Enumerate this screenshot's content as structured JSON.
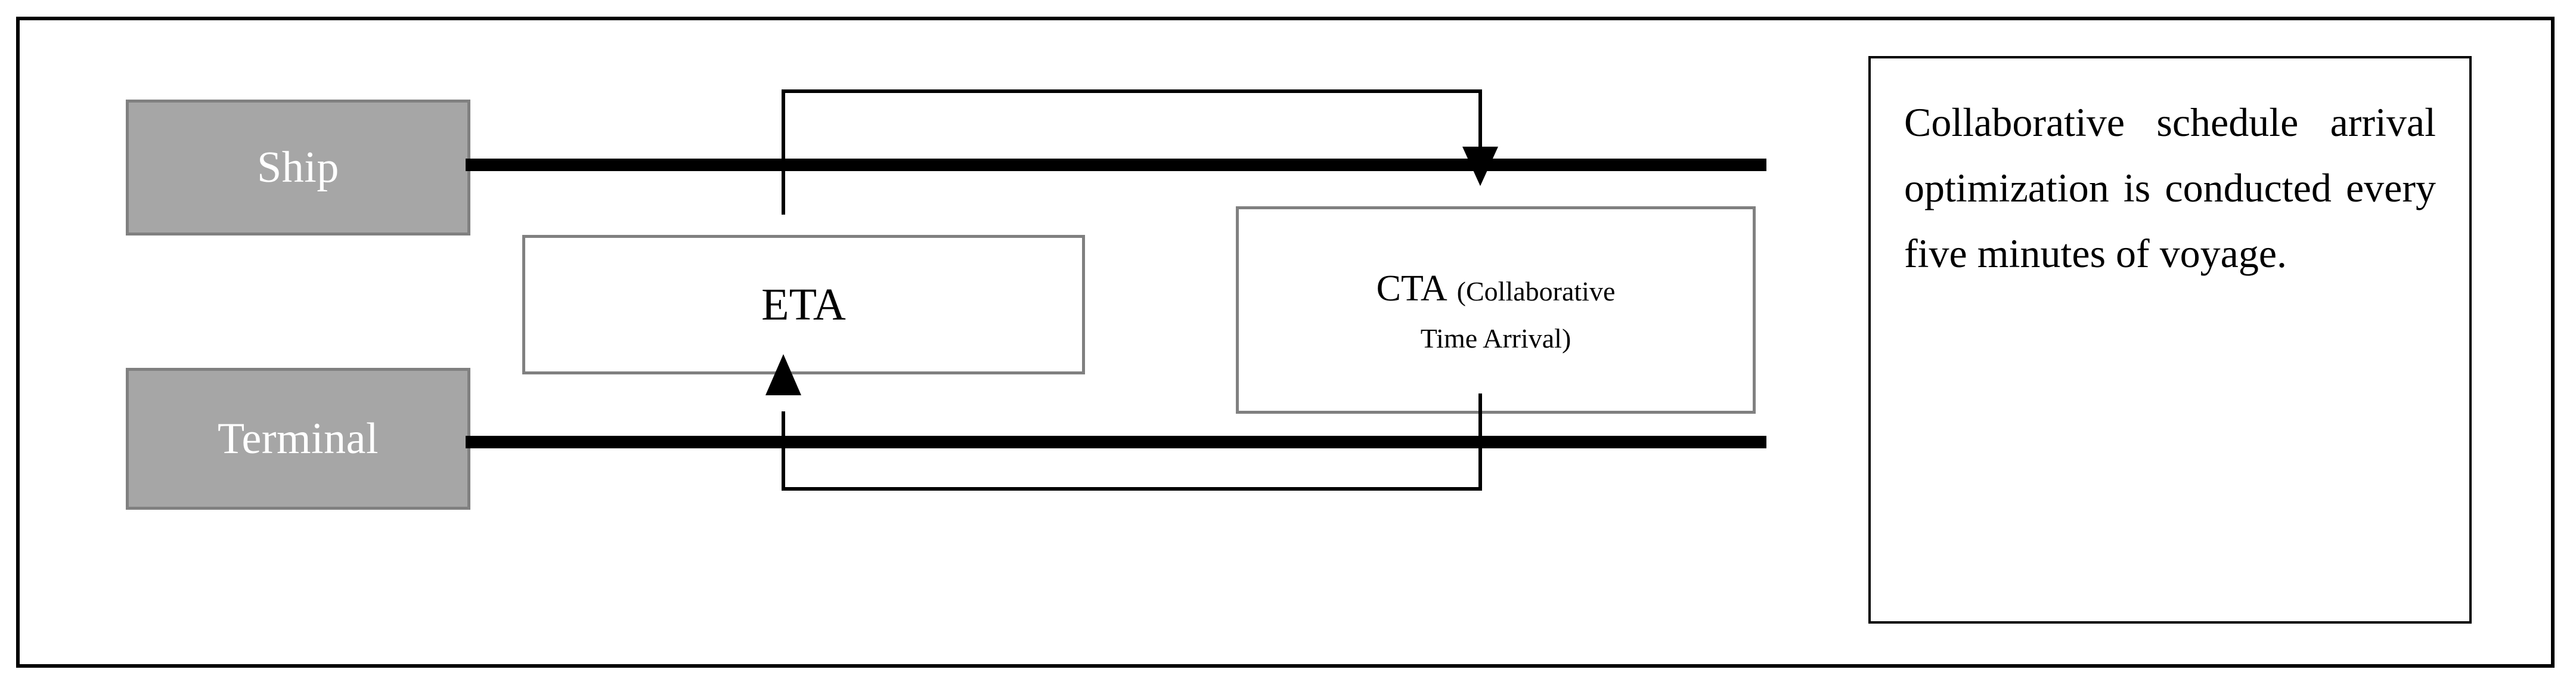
{
  "figure": {
    "name": "collaborative-arrival-optimization-diagram",
    "background_color": "#ffffff",
    "frame_color": "#000000"
  },
  "colors": {
    "actor_fill": "#a6a6a6",
    "actor_border": "#808080",
    "actor_text": "#ffffff",
    "data_box_fill": "#ffffff",
    "data_box_border": "#808080",
    "bus_line": "#000000",
    "connector_line": "#000000",
    "note_border": "#000000",
    "note_text": "#000000"
  },
  "actors": [
    {
      "id": "ship",
      "label": "Ship"
    },
    {
      "id": "terminal",
      "label": "Terminal"
    }
  ],
  "data_boxes": [
    {
      "id": "eta",
      "acronym": "ETA",
      "expansion": ""
    },
    {
      "id": "cta",
      "acronym": "CTA",
      "expansion_line1": "(Collaborative",
      "expansion_line2": "Time Arrival)"
    }
  ],
  "connectors": [
    {
      "id": "eta-to-cta",
      "from": "ETA",
      "to": "CTA (Collaborative Time Arrival)",
      "arrowhead": "down",
      "route": "up-over-down"
    },
    {
      "id": "cta-to-eta",
      "from": "CTA (Collaborative Time Arrival)",
      "to": "ETA",
      "arrowhead": "up",
      "route": "down-over-up"
    }
  ],
  "bus_lines": [
    {
      "id": "ship-bus",
      "actor": "Ship"
    },
    {
      "id": "terminal-bus",
      "actor": "Terminal"
    }
  ],
  "note": {
    "text": "Collaborative schedule arrival optimization is conducted every five minutes of voyage."
  }
}
